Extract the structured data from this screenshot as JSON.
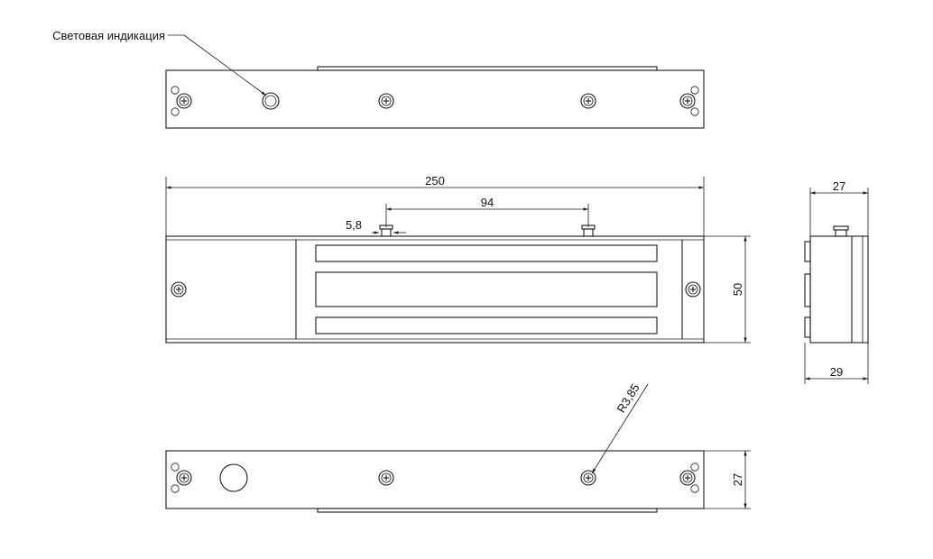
{
  "annotations": {
    "light_indicator": "Световая индикация",
    "radius": "R3,85"
  },
  "dimensions": {
    "length": "250",
    "hole_spacing": "94",
    "hole_size": "5,8",
    "height": "50",
    "side_width_top": "27",
    "side_width_bottom": "29",
    "bottom_plate_height": "27"
  },
  "colors": {
    "line": "#1a1a1a",
    "background": "#ffffff"
  }
}
